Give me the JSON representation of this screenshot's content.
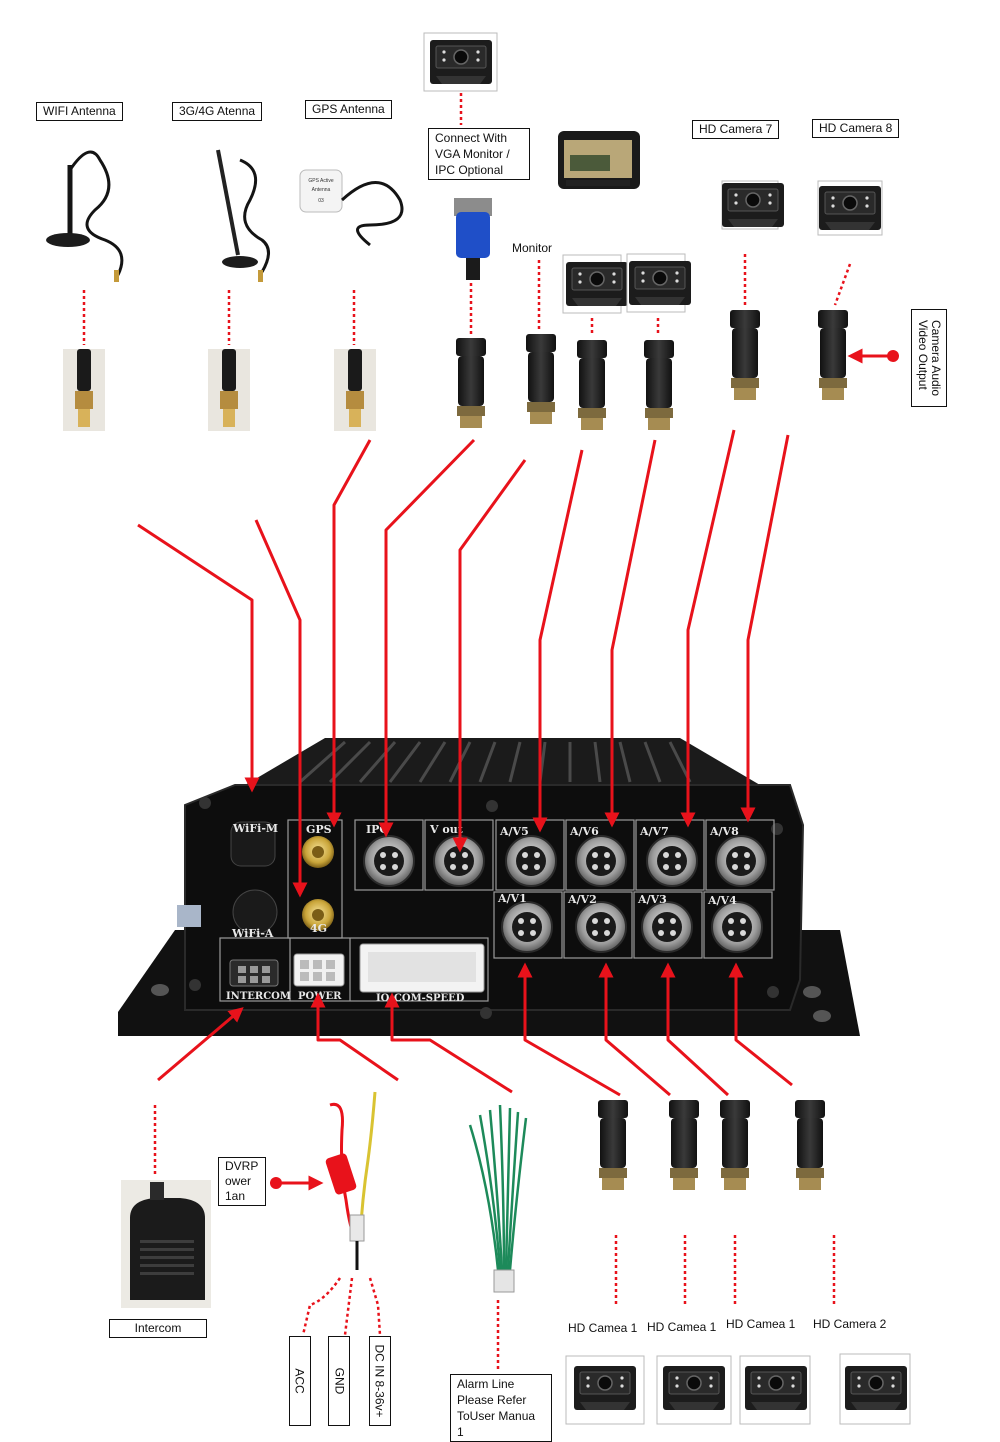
{
  "labels": {
    "wifi_antenna": "WIFI Antenna",
    "g4_antenna": "3G/4G Atenna",
    "gps_antenna": "GPS Antenna",
    "vga_connect": [
      "Connect With",
      "VGA Monitor /",
      "IPC Optional"
    ],
    "monitor": "Monitor",
    "hd_camera_7": "HD Camera 7",
    "hd_camera_8": "HD Camera 8",
    "camera_audio_out": [
      "Camera Audio",
      "Video Output"
    ],
    "dvr_power": [
      "DVRP",
      "ower",
      "1an"
    ],
    "intercom": "Intercom",
    "acc": "ACC",
    "gnd": "GND",
    "dc_in": "DC IN 8-36v+",
    "alarm_line": [
      "Alarm Line",
      "Please Refer",
      "ToUser Manua 1"
    ],
    "hd_camea_1a": "HD Camea 1",
    "hd_camea_1b": "HD Camea 1",
    "hd_camea_1c": "HD Camea 1",
    "hd_camera_2": "HD Camera 2"
  },
  "ports": {
    "wifi_m": "WiFi-M",
    "wifi_a": "WiFi-A",
    "gps": "GPS",
    "g4": "4G",
    "ipc": "IPC",
    "vout": "V out",
    "av5": "A/V5",
    "av6": "A/V6",
    "av7": "A/V7",
    "av8": "A/V8",
    "av1": "A/V1",
    "av2": "A/V2",
    "av3": "A/V3",
    "av4": "A/V4",
    "intercom": "INTERCOM",
    "power": "POWER",
    "io_com_speed": "IO-COM-SPEED"
  },
  "colors": {
    "connector_line": "#e8121b",
    "device_body": "#151515",
    "device_face": "#0d0d0d",
    "port_metal": "#b9b9b9",
    "gold": "#c9a53a"
  }
}
